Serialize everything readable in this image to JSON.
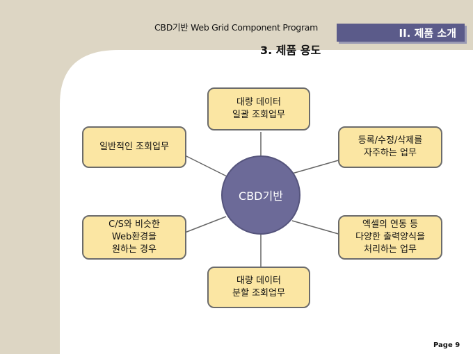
{
  "header": {
    "program_title": "CBD기반 Web Grid Component Program",
    "section_title": "II. 제품 소개",
    "subtitle": "3. 제품 용도"
  },
  "diagram": {
    "center": "CBD기반",
    "nodes": {
      "top": "대량 데이터\n일괄 조회업무",
      "top_right": "등록/수정/삭제를\n자주하는 업무",
      "bottom_right": "엑셀의 연동 등\n다양한 출력양식을\n처리하는 업무",
      "bottom": "대량 데이터\n분할 조회업무",
      "bottom_left": "C/S와 비슷한\nWeb환경을\n원하는 경우",
      "top_left": "일반적인 조회업무"
    }
  },
  "footer": {
    "page": "Page 9"
  },
  "colors": {
    "node_fill": "#fbe6a3",
    "center_fill": "#6c6a98",
    "section_fill": "#5b5b8a"
  }
}
